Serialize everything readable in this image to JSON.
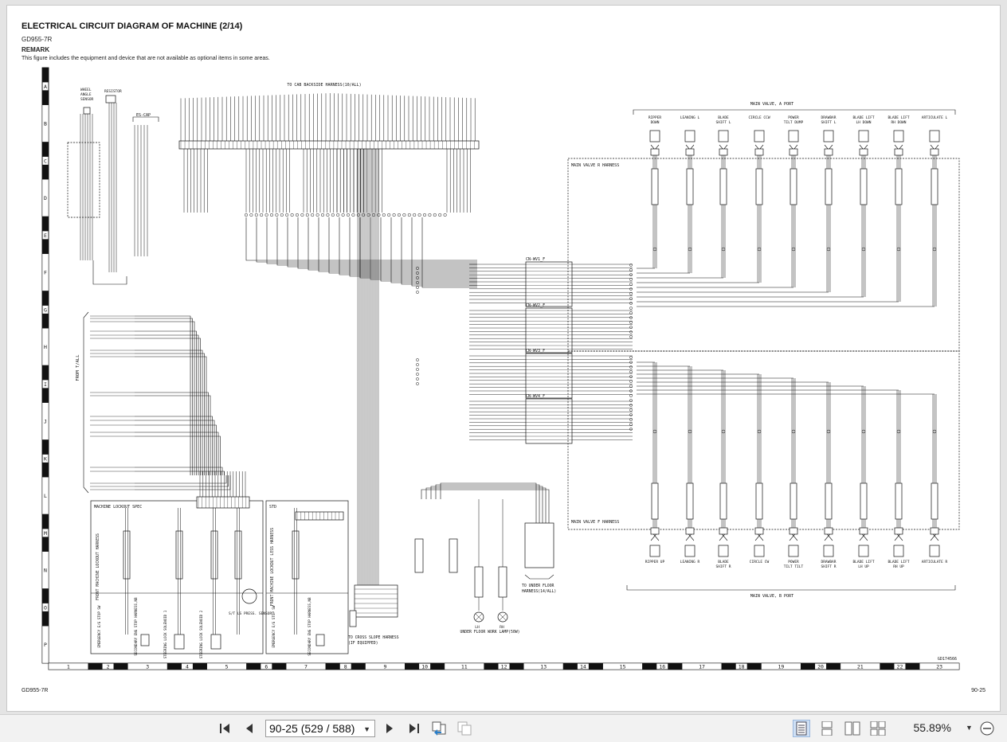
{
  "document": {
    "title": "ELECTRICAL CIRCUIT DIAGRAM OF MACHINE (2/14)",
    "model": "GD955-7R",
    "remark_label": "REMARK",
    "remark_text": "This figure includes the equipment and device that are not available as optional items in some areas.",
    "footer_model": "GD955-7R",
    "footer_page": "90-25",
    "drawing_number": "GD174566"
  },
  "grid": {
    "rows": [
      "A",
      "B",
      "C",
      "D",
      "E",
      "F",
      "G",
      "H",
      "I",
      "J",
      "K",
      "L",
      "M",
      "N",
      "O",
      "P"
    ],
    "columns": [
      "1",
      "2",
      "3",
      "4",
      "5",
      "6",
      "7",
      "8",
      "9",
      "10",
      "11",
      "12",
      "13",
      "14",
      "15",
      "16",
      "17",
      "18",
      "19",
      "20",
      "21",
      "22",
      "23"
    ]
  },
  "labels": {
    "wheel_angle_sensor": [
      "WHEEL",
      "ANGLE",
      "SENSOR"
    ],
    "resistor": "RESISTOR",
    "es_cap": "ES-CAP",
    "to_cab_backside": "TO CAB BACKSIDE HARNESS(10/ALL)",
    "from_tall": "FROM T/ALL",
    "main_valve_a_port": "MAIN VALVE, A PORT",
    "main_valve_b_port": "MAIN VALVE, B PORT",
    "main_valve_r_harness": "MAIN VALVE R HARNESS",
    "main_valve_f_harness": "MAIN VALVE F HARNESS",
    "machine_lockout_spec": "MACHINE LOCKOUT SPEC",
    "std": "STD",
    "front_lockout_harness": "FRONT MACHINE LOCKOUT HARNESS",
    "front_lockout_less_harness": "FRONT MACHINE LOCKOUT LESS HARNESS",
    "emergency_stop": "EMERGENCY E/G STOP SW",
    "secondary_stop": "SECONDARY ENG STOP HARNESS,NB",
    "steering_lock_1": "STEERING LOCK SOLENOID 1",
    "steering_lock_2": "STEERING LOCK SOLENOID 2",
    "st_ls_sensor": "S/T LS PRESS. SENSOR",
    "to_cross_slope": "TO CROSS SLOPE HARNESS",
    "if_equipped": "(IF EQUIPPED)",
    "under_floor_lamp": "UNDER FLOOR WORK LAMP(50W)",
    "to_under_floor": "TO UNDER FLOOR",
    "to_under_floor_2": "HARNESS(14/ALL)",
    "lh": "LH",
    "rh": "RH",
    "cn_wv1": "CN-WV1_F",
    "cn_wv2": "CN-WV2_F",
    "cn_wv3": "CN-WV3_F",
    "cn_wv4": "CN-WV4_F"
  },
  "valves_a": [
    [
      "RIPPER",
      "DOWN"
    ],
    [
      "LEANING L"
    ],
    [
      "BLADE",
      "SHIFT L"
    ],
    [
      "CIRCLE CCW"
    ],
    [
      "POWER",
      "TILT DUMP"
    ],
    [
      "DRAWBAR",
      "SHIFT L"
    ],
    [
      "BLADE LIFT",
      "LH DOWN"
    ],
    [
      "BLADE LIFT",
      "RH DOWN"
    ],
    [
      "ARTICULATE L"
    ]
  ],
  "valves_b": [
    [
      "RIPPER UP"
    ],
    [
      "LEANING R"
    ],
    [
      "BLADE",
      "SHIFT R"
    ],
    [
      "CIRCLE CW"
    ],
    [
      "POWER",
      "TILT TILT"
    ],
    [
      "DRAWBAR",
      "SHIFT R"
    ],
    [
      "BLADE LIFT",
      "LH UP"
    ],
    [
      "BLADE LIFT",
      "RH UP"
    ],
    [
      "ARTICULATE R"
    ]
  ],
  "toolbar": {
    "page_value": "90-25 (529 / 588)",
    "zoom": "55.89%"
  },
  "icons": {
    "first": "first-page-icon",
    "prev": "previous-page-icon",
    "next": "next-page-icon",
    "last": "last-page-icon"
  }
}
